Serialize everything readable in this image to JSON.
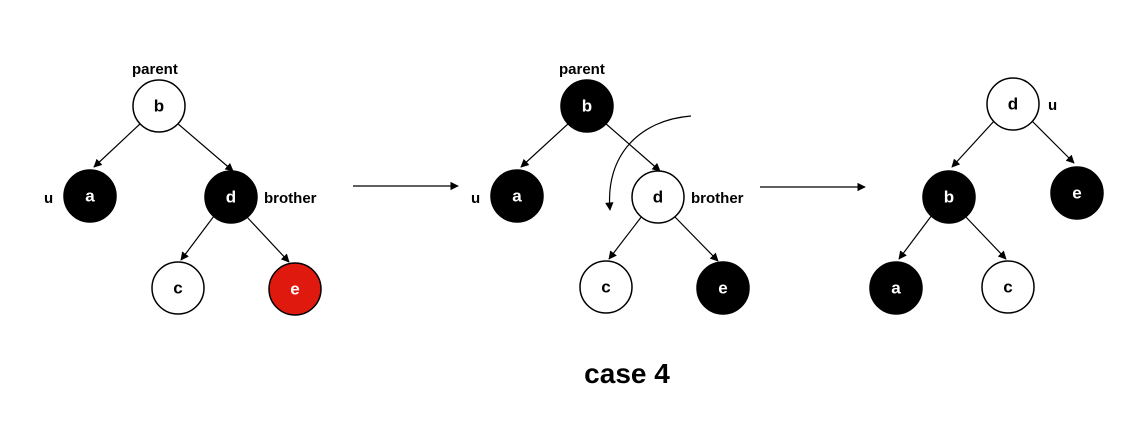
{
  "colors": {
    "black_node": "#000000",
    "white_node": "#ffffff",
    "red_node": "#e0190f"
  },
  "stage1": {
    "parent_label": "parent",
    "u_label": "u",
    "brother_label": "brother",
    "nodes": {
      "b": {
        "text": "b",
        "color": "white"
      },
      "a": {
        "text": "a",
        "color": "black"
      },
      "d": {
        "text": "d",
        "color": "black"
      },
      "c": {
        "text": "c",
        "color": "white"
      },
      "e": {
        "text": "e",
        "color": "red"
      }
    }
  },
  "stage2": {
    "parent_label": "parent",
    "u_label": "u",
    "brother_label": "brother",
    "nodes": {
      "b": {
        "text": "b",
        "color": "black"
      },
      "a": {
        "text": "a",
        "color": "black"
      },
      "d": {
        "text": "d",
        "color": "white"
      },
      "c": {
        "text": "c",
        "color": "white"
      },
      "e": {
        "text": "e",
        "color": "black"
      }
    }
  },
  "stage3": {
    "u_label": "u",
    "nodes": {
      "d": {
        "text": "d",
        "color": "white"
      },
      "b": {
        "text": "b",
        "color": "black"
      },
      "e": {
        "text": "e",
        "color": "black"
      },
      "a": {
        "text": "a",
        "color": "black"
      },
      "c": {
        "text": "c",
        "color": "white"
      }
    }
  },
  "caption": "case 4"
}
